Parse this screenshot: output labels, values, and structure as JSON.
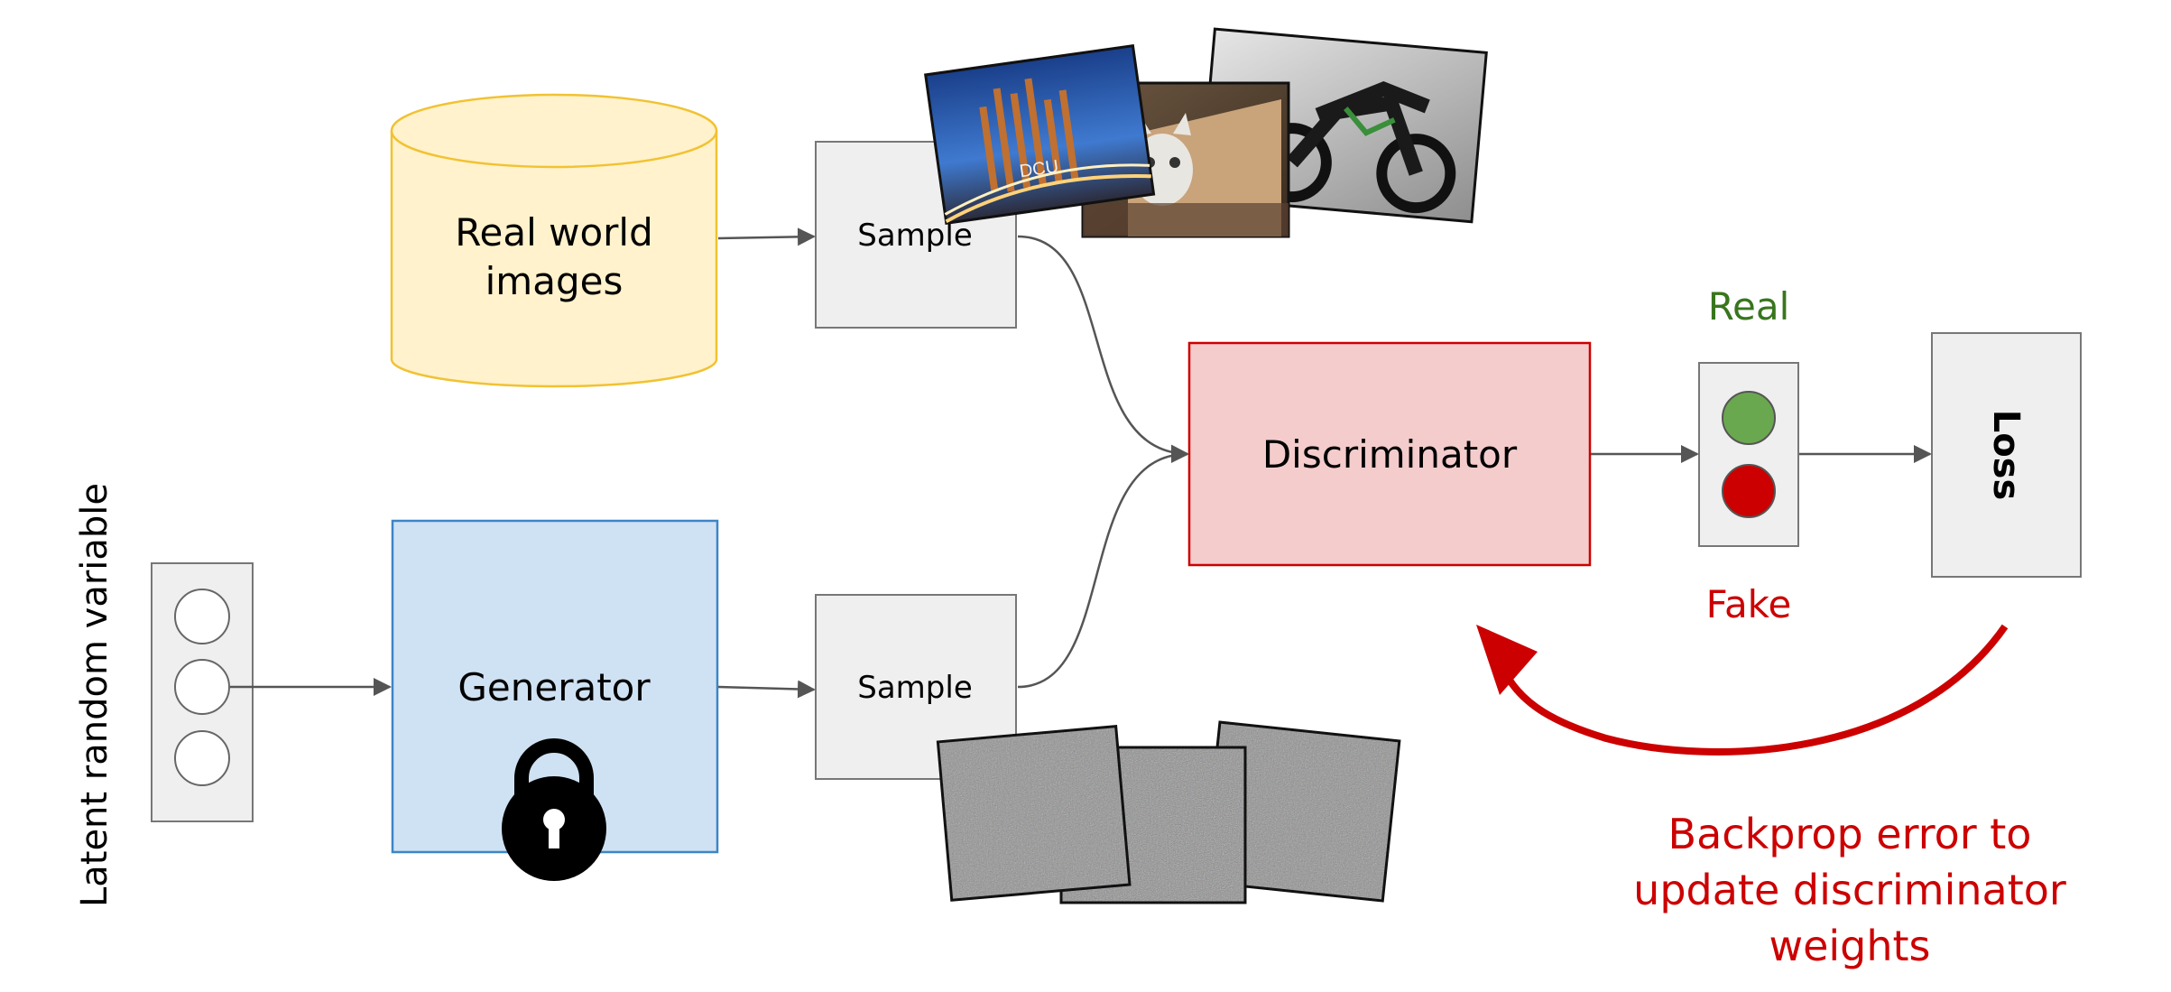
{
  "nodes": {
    "real_world_images": {
      "line1": "Real world",
      "line2": "images"
    },
    "sample_top": {
      "label": "Sample"
    },
    "sample_bottom": {
      "label": "Sample"
    },
    "generator": {
      "label": "Generator"
    },
    "discriminator": {
      "label": "Discriminator"
    },
    "loss": {
      "label": "Loss"
    },
    "latent": {
      "label": "Latent random variable"
    }
  },
  "outputs": {
    "real": "Real",
    "fake": "Fake"
  },
  "backprop": {
    "line1": "Backprop error to",
    "line2": "update discriminator",
    "line3": "weights"
  },
  "icons": [
    "lock-icon",
    "real-photo",
    "noise-image"
  ],
  "colors": {
    "real_db_fill": "#fff2cc",
    "real_db_stroke": "#f1c232",
    "generator_fill": "#cfe2f3",
    "generator_stroke": "#3d85c6",
    "discriminator_fill": "#f4cccc",
    "discriminator_stroke": "#cc0000",
    "real_green": "#38761d",
    "fake_red": "#cc0000",
    "box_gray": "#efefef"
  }
}
